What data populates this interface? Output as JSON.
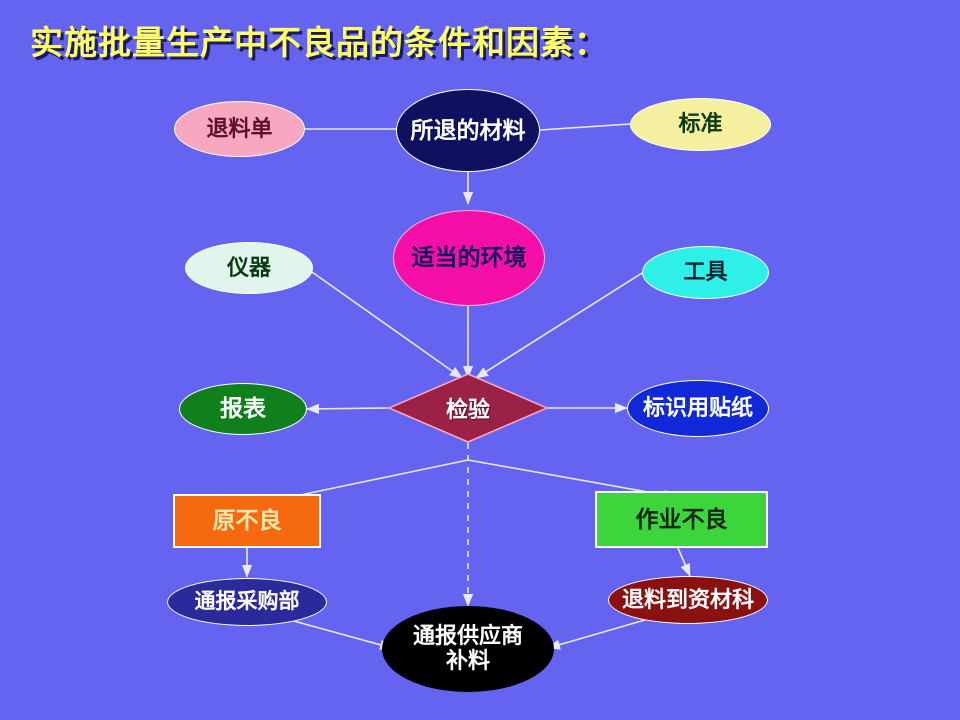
{
  "slide": {
    "background_color": "#6464f0",
    "title": "实施批量生产中不良品的条件和因素：",
    "title_color": "#ffff66",
    "title_shadow_color": "#1a1a5e"
  },
  "nodes": {
    "tuiliaodan": {
      "label": "退料单",
      "shape": "ellipse",
      "fill": "#f7a8c0",
      "text_color": "#5c1028",
      "border": "#ffffff"
    },
    "suotuidecailiao": {
      "label": "所退的材料",
      "shape": "ellipse",
      "fill": "#101060",
      "text_color": "#ffffff",
      "border": "#ffffff"
    },
    "biaozhun": {
      "label": "标准",
      "shape": "ellipse",
      "fill": "#f5f0a0",
      "text_color": "#0c3a12",
      "border": "#ffffff"
    },
    "yiqi": {
      "label": "仪器",
      "shape": "ellipse",
      "fill": "#e2f5ec",
      "text_color": "#0c3a12",
      "border": "#ffffff"
    },
    "shidangdehuanjing": {
      "label": "适当的环境",
      "shape": "ellipse",
      "fill": "#f50fa8",
      "text_color": "#14145a",
      "border": "#ffb0e0"
    },
    "gongju": {
      "label": "工具",
      "shape": "ellipse",
      "fill": "#2ff0e8",
      "text_color": "#0c2030",
      "border": "#ffffff"
    },
    "baobiao": {
      "label": "报表",
      "shape": "ellipse",
      "fill": "#10801c",
      "text_color": "#ffffff",
      "border": "#ffffff"
    },
    "jianyan": {
      "label": "检验",
      "shape": "diamond",
      "fill": "#9b2246",
      "text_color": "#ffffff",
      "border": "#ffa8c0"
    },
    "biaoshiyongtiezhi": {
      "label": "标识用贴纸",
      "shape": "ellipse",
      "fill": "#1028d8",
      "text_color": "#ffffff",
      "border": "#ffffff"
    },
    "yuanbuliang": {
      "label": "原不良",
      "shape": "rect",
      "fill": "#f56a10",
      "text_color": "#ffe8b0",
      "border": "#ffffff"
    },
    "zuoyebuliang": {
      "label": "作业不良",
      "shape": "rect",
      "fill": "#3cd63c",
      "text_color": "#102410",
      "border": "#ffffff"
    },
    "tongbaocaigoubu": {
      "label": "通报采购部",
      "shape": "ellipse",
      "fill": "#2a2a9a",
      "text_color": "#ffffff",
      "border": "#ffffff"
    },
    "tongbaogongyingshang": {
      "label": "通报供应商\n补料",
      "line1": "通报供应商",
      "line2": "补料",
      "shape": "ellipse",
      "fill": "#000000",
      "text_color": "#ffffff",
      "border": "#000000"
    },
    "tuiliaodaozicaike": {
      "label": "退料到资材科",
      "shape": "ellipse",
      "fill": "#8b1010",
      "text_color": "#ffffff",
      "border": "#ffffff"
    }
  },
  "edges": [
    {
      "from": "退料单",
      "to": "所退的材料",
      "style": "solid",
      "arrow": "none"
    },
    {
      "from": "所退的材料",
      "to": "标准",
      "style": "solid",
      "arrow": "none"
    },
    {
      "from": "所退的材料",
      "to": "适当的环境",
      "style": "solid",
      "arrow": "end"
    },
    {
      "from": "仪器",
      "to": "检验",
      "style": "solid",
      "arrow": "end"
    },
    {
      "from": "适当的环境",
      "to": "检验",
      "style": "solid",
      "arrow": "end"
    },
    {
      "from": "工具",
      "to": "检验",
      "style": "solid",
      "arrow": "end"
    },
    {
      "from": "检验",
      "to": "报表",
      "style": "solid",
      "arrow": "end"
    },
    {
      "from": "检验",
      "to": "标识用贴纸",
      "style": "solid",
      "arrow": "end"
    },
    {
      "from": "检验",
      "to": "原不良",
      "style": "solid",
      "arrow": "end"
    },
    {
      "from": "检验",
      "to": "作业不良",
      "style": "solid",
      "arrow": "end"
    },
    {
      "from": "检验",
      "to": "通报供应商补料",
      "style": "dashed",
      "arrow": "end"
    },
    {
      "from": "原不良",
      "to": "通报采购部",
      "style": "solid",
      "arrow": "end"
    },
    {
      "from": "作业不良",
      "to": "退料到资材科",
      "style": "solid",
      "arrow": "end"
    },
    {
      "from": "通报采购部",
      "to": "通报供应商补料",
      "style": "solid",
      "arrow": "end"
    },
    {
      "from": "退料到资材科",
      "to": "通报供应商补料",
      "style": "solid",
      "arrow": "end"
    }
  ],
  "edge_color": "#e8e8f8"
}
